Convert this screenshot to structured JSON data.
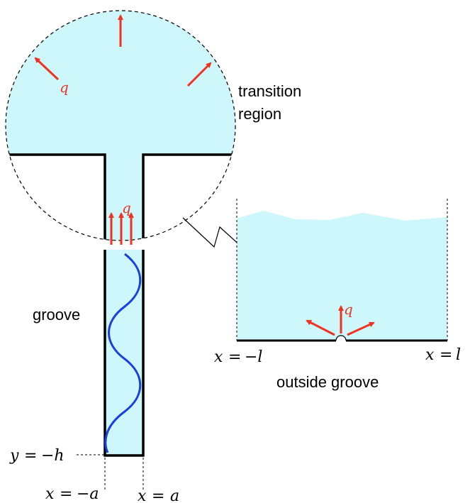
{
  "labels": {
    "transition_line1": "transition",
    "transition_line2": "region",
    "groove": "groove",
    "outside_groove": "outside groove",
    "q": "q",
    "y_bottom_var": "y",
    "y_bottom_val": "−h",
    "x_left_var": "x",
    "x_left_val": "−a",
    "x_right_var": "x",
    "x_right_val": "a",
    "x_out_left_var": "x",
    "x_out_left_val": "−l",
    "x_out_right_var": "x",
    "x_out_right_val": "l",
    "equals": "="
  },
  "colors": {
    "fluid": "#cdf7fb",
    "wall": "#000000",
    "arrow": "#ee3322",
    "wave": "#1a3ee0",
    "dashed": "#000000"
  }
}
